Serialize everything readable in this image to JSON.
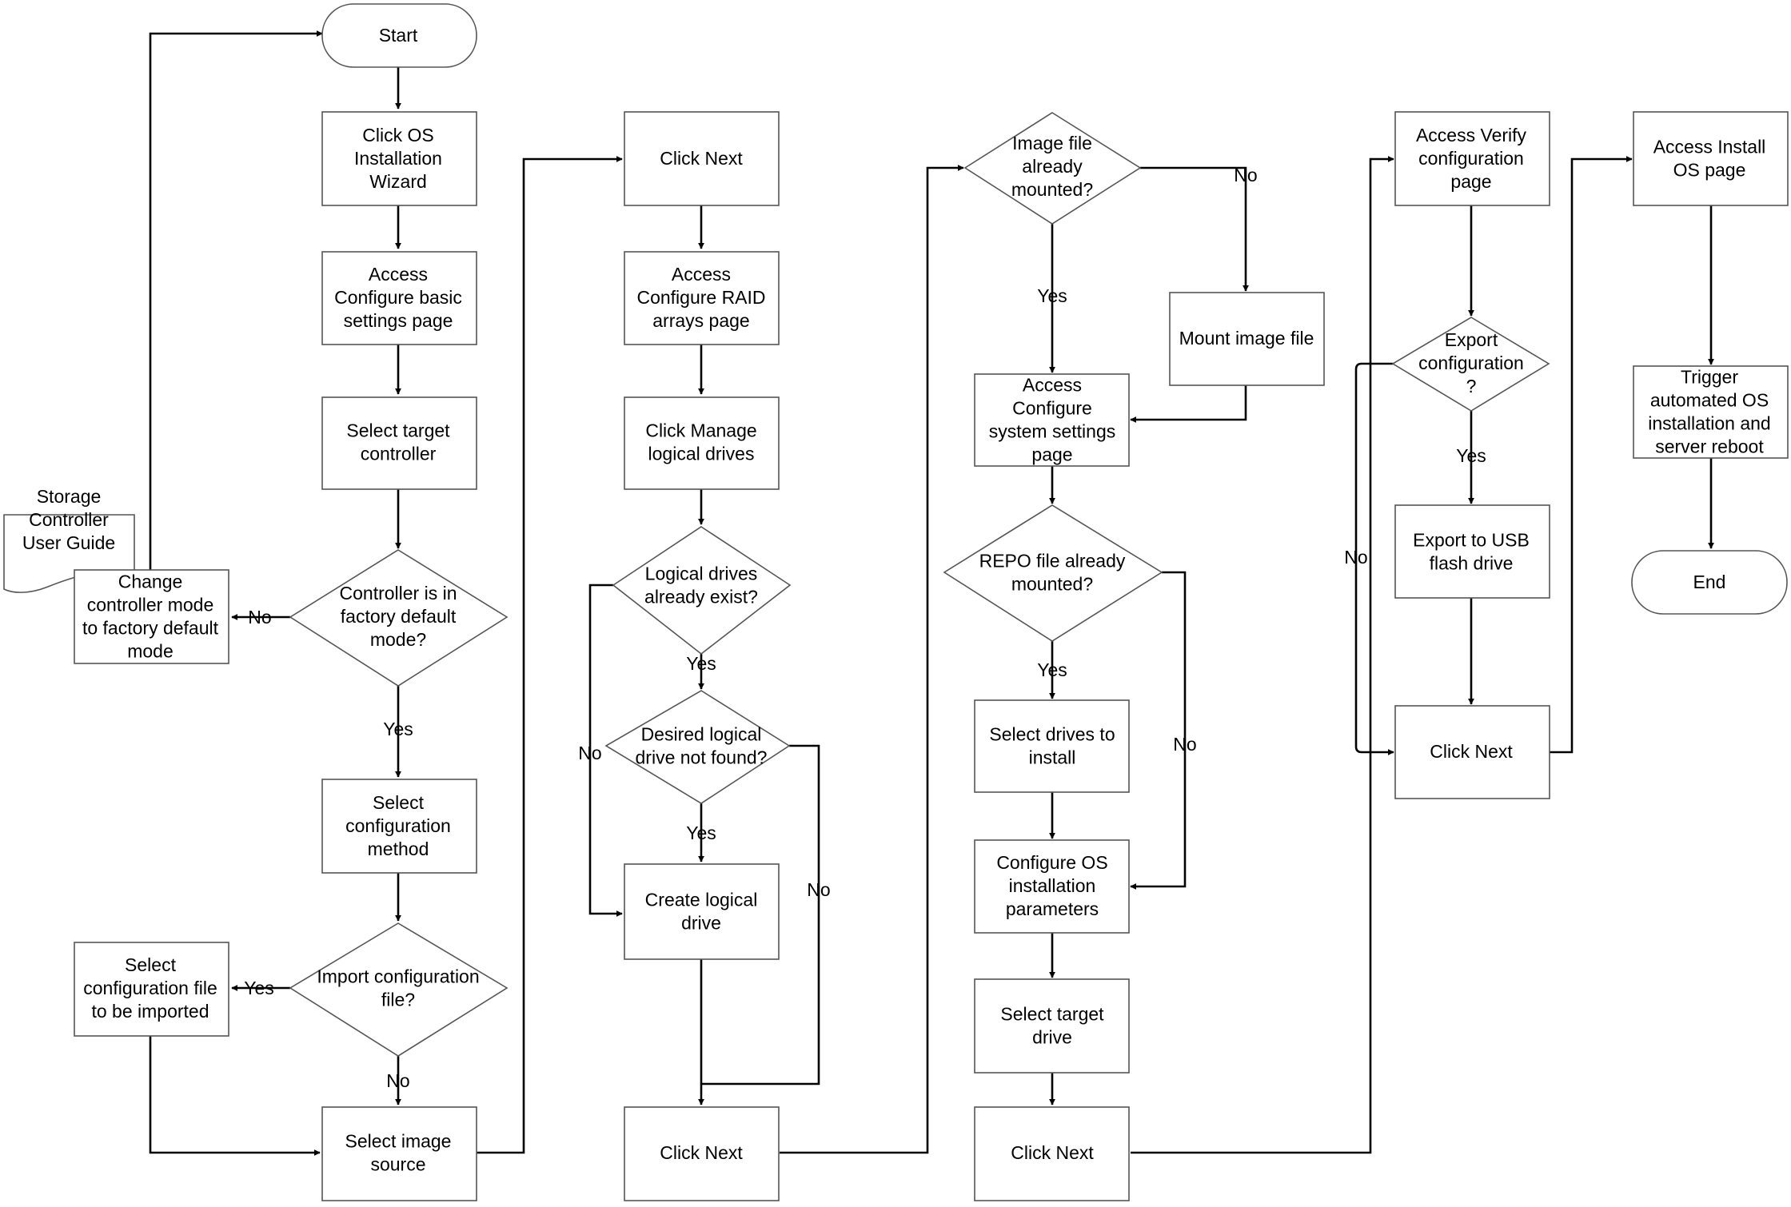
{
  "nodes": {
    "start": {
      "lines": [
        "Start"
      ]
    },
    "os_wizard": {
      "lines": [
        "Click OS",
        "Installation",
        "Wizard"
      ]
    },
    "access_basic": {
      "lines": [
        "Access",
        "Configure basic",
        "settings page"
      ]
    },
    "select_controller": {
      "lines": [
        "Select target",
        "controller"
      ]
    },
    "factory_mode_q": {
      "lines": [
        "Controller is in",
        "factory default",
        "mode?"
      ]
    },
    "change_mode": {
      "lines": [
        "Change",
        "controller mode",
        "to factory default",
        "mode"
      ]
    },
    "storage_guide": {
      "lines": [
        "Storage",
        "Controller",
        "User Guide"
      ]
    },
    "select_method": {
      "lines": [
        "Select",
        "configuration",
        "method"
      ]
    },
    "import_q": {
      "lines": [
        "Import configuration",
        "file?"
      ]
    },
    "select_import_file": {
      "lines": [
        "Select",
        "configuration file",
        "to be imported"
      ]
    },
    "select_image_source": {
      "lines": [
        "Select image",
        "source"
      ]
    },
    "next_1": {
      "lines": [
        "Click Next"
      ]
    },
    "access_raid": {
      "lines": [
        "Access",
        "Configure RAID",
        "arrays page"
      ]
    },
    "manage_drives": {
      "lines": [
        "Click Manage",
        "logical drives"
      ]
    },
    "drives_exist_q": {
      "lines": [
        "Logical drives",
        "already exist?"
      ]
    },
    "desired_not_found_q": {
      "lines": [
        "Desired logical",
        "drive not found?"
      ]
    },
    "create_drive": {
      "lines": [
        "Create logical",
        "drive"
      ]
    },
    "next_2": {
      "lines": [
        "Click Next"
      ]
    },
    "image_mounted_q": {
      "lines": [
        "Image file",
        "already",
        "mounted?"
      ]
    },
    "mount_image": {
      "lines": [
        "Mount image file"
      ]
    },
    "access_system": {
      "lines": [
        "Access",
        "Configure",
        "system settings",
        "page"
      ]
    },
    "repo_mounted_q": {
      "lines": [
        "REPO file already",
        "mounted?"
      ]
    },
    "select_drives_install": {
      "lines": [
        "Select drives to",
        "install"
      ]
    },
    "configure_os_params": {
      "lines": [
        "Configure OS",
        "installation",
        "parameters"
      ]
    },
    "select_target_drive": {
      "lines": [
        "Select target",
        "drive"
      ]
    },
    "next_3": {
      "lines": [
        "Click Next"
      ]
    },
    "access_verify": {
      "lines": [
        "Access Verify",
        "configuration",
        "page"
      ]
    },
    "export_q": {
      "lines": [
        "Export",
        "configuration",
        "?"
      ]
    },
    "export_usb": {
      "lines": [
        "Export to USB",
        "flash drive"
      ]
    },
    "next_4": {
      "lines": [
        "Click Next"
      ]
    },
    "access_install": {
      "lines": [
        "Access Install",
        "OS page"
      ]
    },
    "trigger_install": {
      "lines": [
        "Trigger",
        "automated OS",
        "installation and",
        "server reboot"
      ]
    },
    "end": {
      "lines": [
        "End"
      ]
    }
  },
  "edge_labels": {
    "factory_no": "No",
    "factory_yes": "Yes",
    "import_yes": "Yes",
    "import_no": "No",
    "exist_yes": "Yes",
    "exist_no": "No",
    "desired_yes": "Yes",
    "desired_no": "No",
    "image_no": "No",
    "image_yes": "Yes",
    "repo_yes": "Yes",
    "repo_no": "No",
    "export_yes": "Yes",
    "export_no": "No"
  }
}
